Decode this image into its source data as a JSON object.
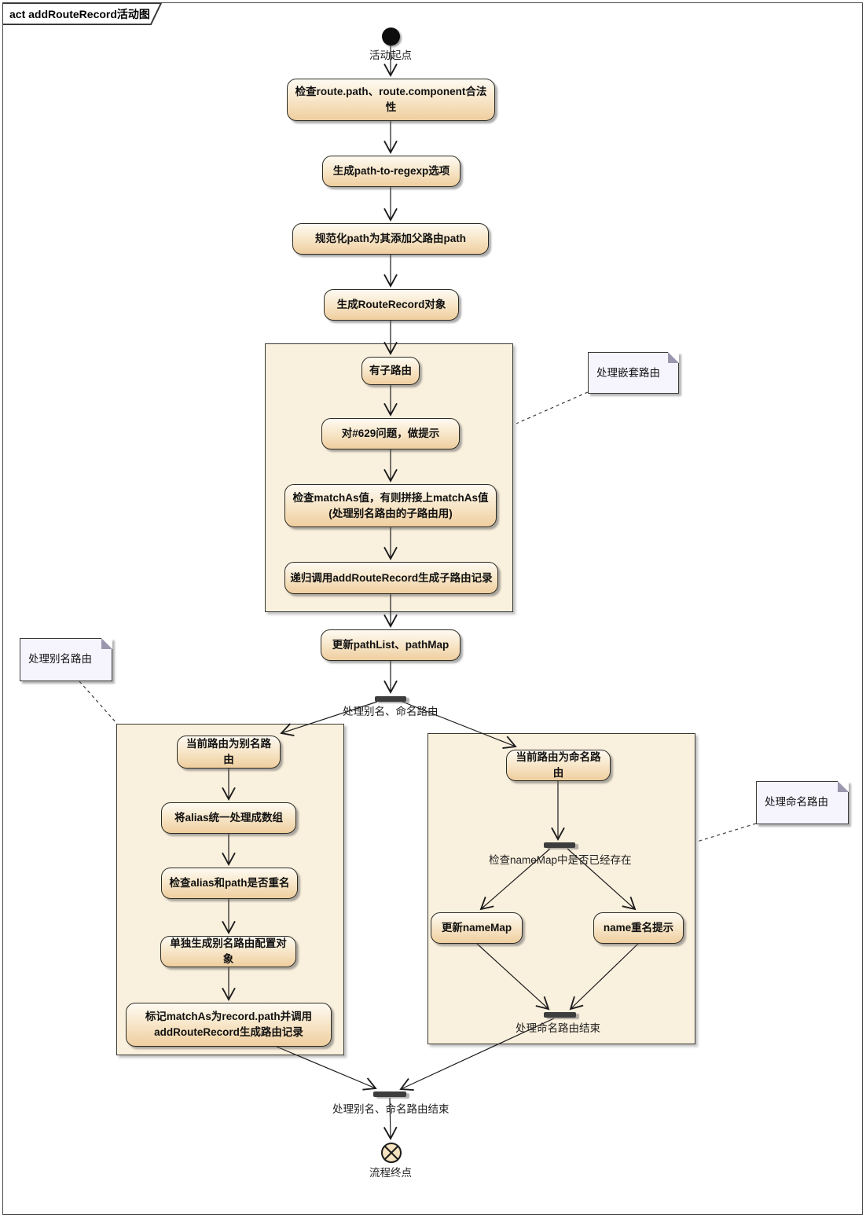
{
  "frame": {
    "title": "act addRouteRecord活动图"
  },
  "colors": {
    "activity_fill_top": "#FEFAF2",
    "activity_fill_bottom": "#EFCE9F",
    "activity_border": "#2B2B22",
    "group_fill": "#FAF0DE",
    "note_fill": "#F6F4FD",
    "bar_fill": "#3D3D3D",
    "edge_color": "#1C1C1C"
  },
  "terminals": {
    "start_label": "活动起点",
    "end_label": "流程终点"
  },
  "activities": {
    "check_valid": "检查route.path、route.component合法性",
    "gen_regexp": "生成path-to-regexp选项",
    "normalize_path": "规范化path为其添加父路由path",
    "gen_record": "生成RouteRecord对象",
    "has_children": "有子路由",
    "issue_629": "对#629问题，做提示",
    "check_matchas": "检查matchAs值，有则拼接上matchAs值\n(处理别名路由的子路由用)",
    "recursive_add": "递归调用addRouteRecord生成子路由记录",
    "update_pathlist": "更新pathList、pathMap",
    "alias_current": "当前路由为别名路由",
    "alias_array": "将alias统一处理成数组",
    "alias_check_dup": "检查alias和path是否重名",
    "alias_config": "单独生成别名路由配置对象",
    "alias_mark": "标记matchAs为record.path并调用\naddRouteRecord生成路由记录",
    "named_current": "当前路由为命名路由",
    "update_namemap": "更新nameMap",
    "name_dup_tip": "name重名提示"
  },
  "edge_labels": {
    "fork_alias_named": "处理别名、命名路由",
    "check_namemap": "检查nameMap中是否已经存在",
    "named_end": "处理命名路由结束",
    "alias_named_end": "处理别名、命名路由结束"
  },
  "notes": {
    "nested": "处理嵌套路由",
    "alias": "处理别名路由",
    "named": "处理命名路由"
  }
}
